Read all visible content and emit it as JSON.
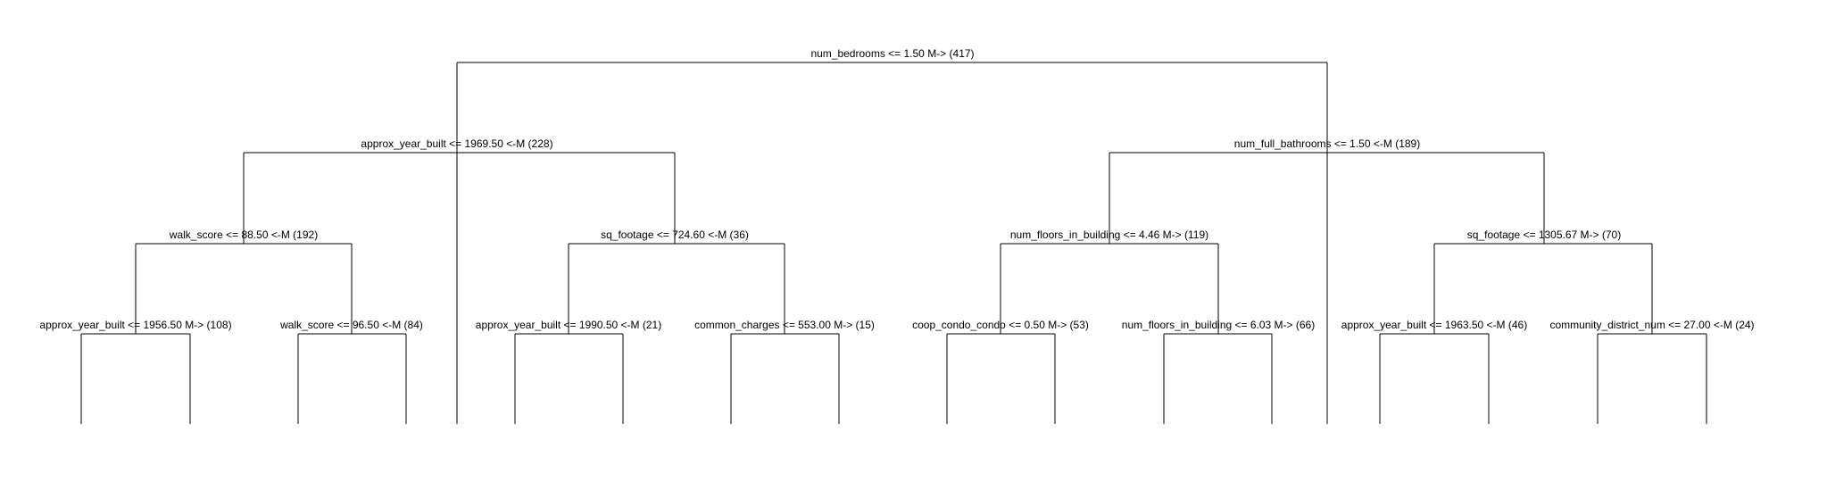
{
  "tree": {
    "nodes": [
      {
        "id": "root",
        "label": "num_bedrooms <= 1.50 M-> (417)"
      },
      {
        "id": "L",
        "label": "approx_year_built <= 1969.50 <-M (228)"
      },
      {
        "id": "R",
        "label": "num_full_bathrooms <= 1.50 <-M (189)"
      },
      {
        "id": "LL",
        "label": "walk_score <= 88.50 <-M (192)"
      },
      {
        "id": "LR",
        "label": "sq_footage <= 724.60 <-M (36)"
      },
      {
        "id": "RL",
        "label": "num_floors_in_building <= 4.46 M-> (119)"
      },
      {
        "id": "RR",
        "label": "sq_footage <= 1305.67 M-> (70)"
      },
      {
        "id": "LLL",
        "label": "approx_year_built <= 1956.50 M-> (108)"
      },
      {
        "id": "LLR",
        "label": "walk_score <= 96.50 <-M (84)"
      },
      {
        "id": "LRL",
        "label": "approx_year_built <= 1990.50 <-M (21)"
      },
      {
        "id": "LRR",
        "label": "common_charges <= 553.00 M-> (15)"
      },
      {
        "id": "RLL",
        "label": "coop_condo_condo <= 0.50 M-> (53)"
      },
      {
        "id": "RLR",
        "label": "num_floors_in_building <= 6.03 M-> (66)"
      },
      {
        "id": "RRL",
        "label": "approx_year_built <= 1963.50 <-M (46)"
      },
      {
        "id": "RRR",
        "label": "community_district_num <= 27.00 <-M (24)"
      }
    ]
  }
}
